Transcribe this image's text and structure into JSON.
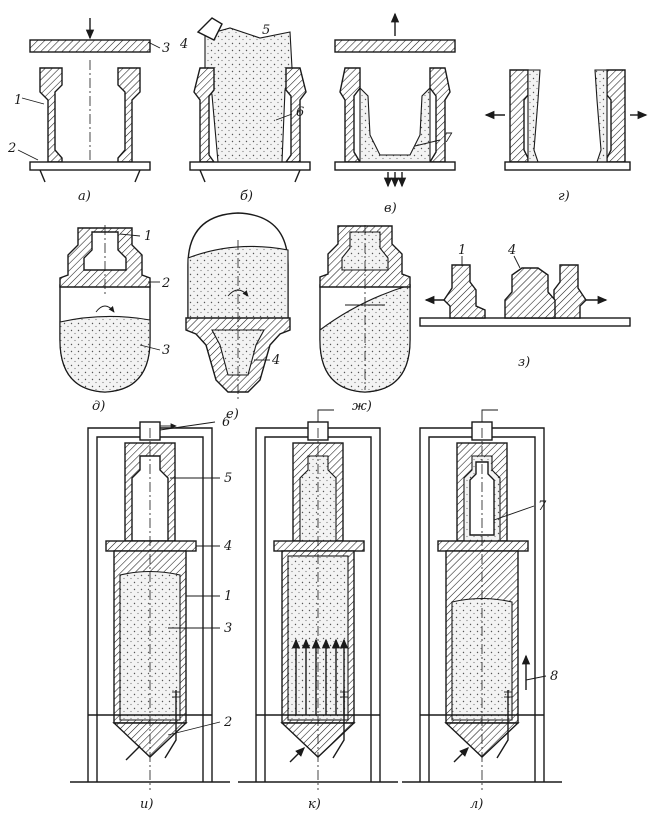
{
  "figure": {
    "panel_labels": [
      "а)",
      "б)",
      "в)",
      "г)",
      "д)",
      "е)",
      "ж)",
      "з)",
      "и)",
      "к)",
      "л)"
    ],
    "callouts": {
      "a": [
        "1",
        "2",
        "3"
      ],
      "b": [
        "4",
        "5",
        "6"
      ],
      "v": [
        "7"
      ],
      "d": [
        "1",
        "2",
        "3"
      ],
      "e": [
        "4"
      ],
      "z": [
        "1",
        "4"
      ],
      "i": [
        "6",
        "5",
        "4",
        "1",
        "3",
        "2"
      ],
      "l": [
        "7",
        "8"
      ]
    }
  }
}
